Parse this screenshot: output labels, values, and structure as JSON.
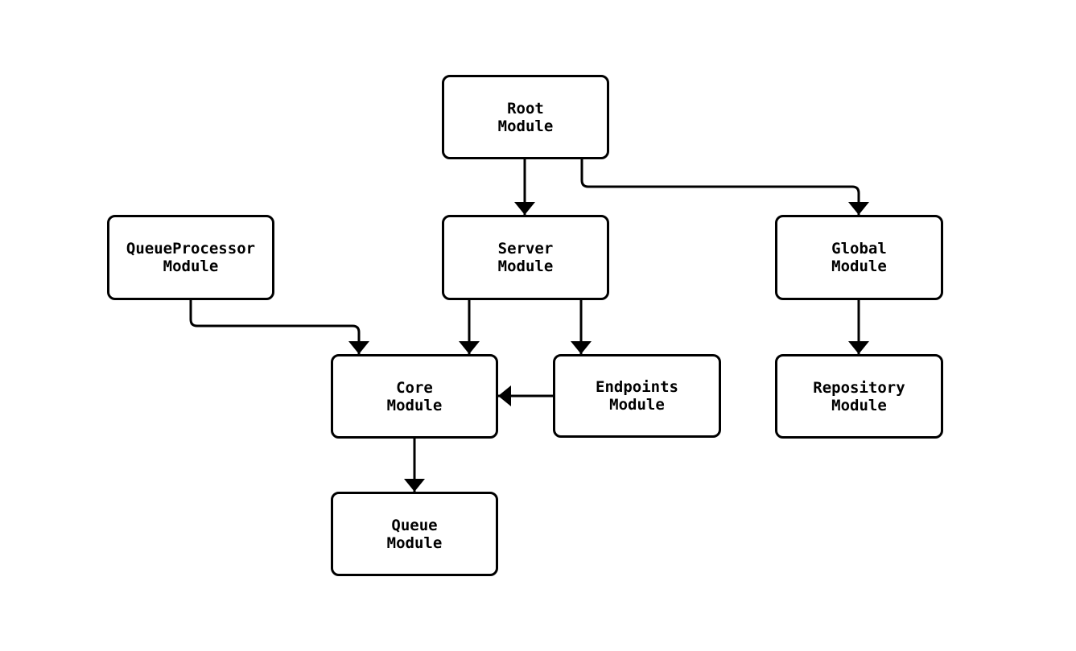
{
  "diagram": {
    "type": "module-dependency-flowchart",
    "colors": {
      "background": "#ffffff",
      "node_fill": "#ffffff",
      "node_border": "#000000",
      "edge": "#000000",
      "text": "#000000"
    },
    "nodes": [
      {
        "id": "root",
        "line1": "Root",
        "line2": "Module"
      },
      {
        "id": "queueprocessor",
        "line1": "QueueProcessor",
        "line2": "Module"
      },
      {
        "id": "server",
        "line1": "Server",
        "line2": "Module"
      },
      {
        "id": "global",
        "line1": "Global",
        "line2": "Module"
      },
      {
        "id": "core",
        "line1": "Core",
        "line2": "Module"
      },
      {
        "id": "endpoints",
        "line1": "Endpoints",
        "line2": "Module"
      },
      {
        "id": "repository",
        "line1": "Repository",
        "line2": "Module"
      },
      {
        "id": "queue",
        "line1": "Queue",
        "line2": "Module"
      }
    ],
    "edges": [
      {
        "from": "Root Module",
        "to": "Server Module"
      },
      {
        "from": "Root Module",
        "to": "Global Module"
      },
      {
        "from": "QueueProcessor Module",
        "to": "Core Module"
      },
      {
        "from": "Server Module",
        "to": "Core Module"
      },
      {
        "from": "Server Module",
        "to": "Endpoints Module"
      },
      {
        "from": "Endpoints Module",
        "to": "Core Module"
      },
      {
        "from": "Global Module",
        "to": "Repository Module"
      },
      {
        "from": "Core Module",
        "to": "Queue Module"
      }
    ]
  }
}
